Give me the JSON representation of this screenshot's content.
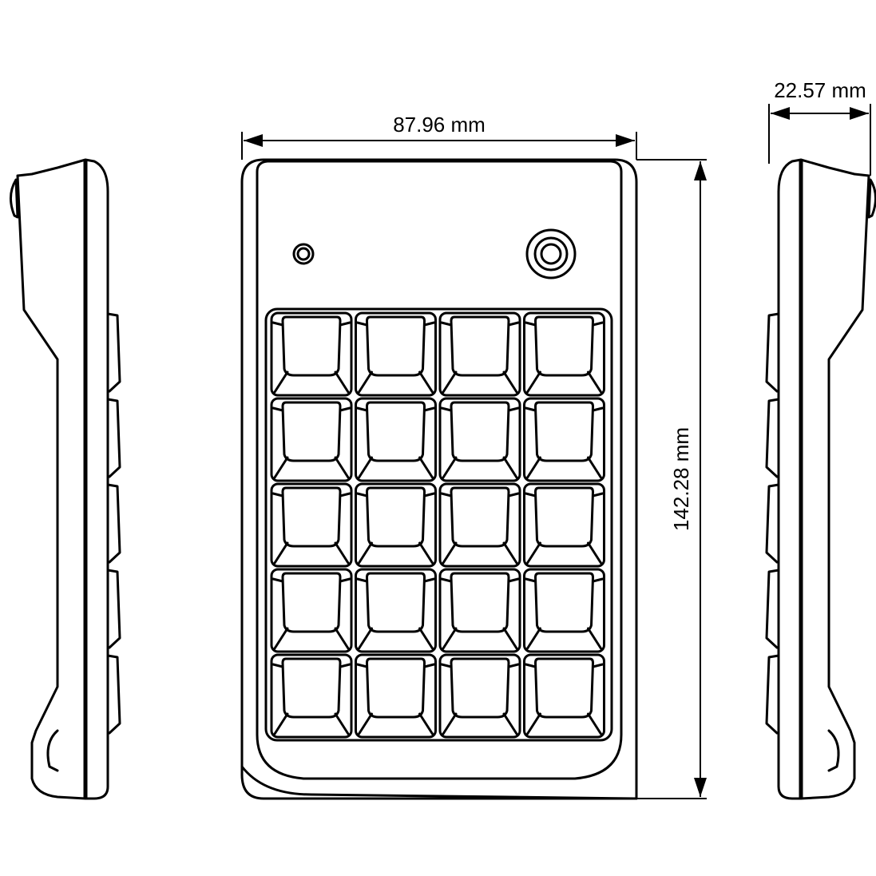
{
  "dimensions": {
    "width": "87.96 mm",
    "height": "142.28 mm",
    "depth": "22.57 mm"
  },
  "keypad": {
    "rows": 5,
    "columns": 4
  },
  "colors": {
    "line": "#000000",
    "background": "#ffffff"
  }
}
